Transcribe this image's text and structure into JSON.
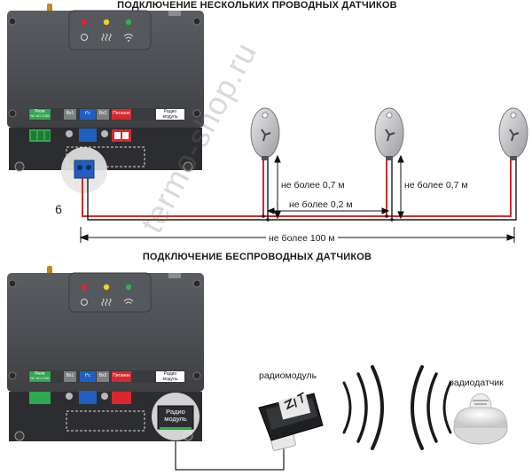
{
  "titles": {
    "wired": "ПОДКЛЮЧЕНИЕ НЕСКОЛЬКИХ ПРОВОДНЫХ ДАТЧИКОВ",
    "wireless": "ПОДКЛЮЧЕНИЕ БЕСПРОВОДНЫХ ДАТЧИКОВ"
  },
  "dimensions": {
    "vertical_left": "не более 0,7 м",
    "vertical_right": "не более 0,7 м",
    "between_sensors": "не более 0,2 м",
    "total_length": "не более 100 м"
  },
  "marker_number": "6",
  "terminal_labels": {
    "relay": "Реле",
    "relay_pins": "NC  NO  COM",
    "in1": "Вх1",
    "temp": "t°c",
    "in2": "Вх2",
    "power": "Питание",
    "radio_module": "Радио модуль"
  },
  "radio_slot_label": "Радио модуль",
  "wireless_labels": {
    "radio_module": "радиомодуль",
    "radio_sensor": "радиодатчик"
  },
  "watermark": "termo-shop.ru",
  "colors": {
    "device_body": "#4a4c50",
    "device_dark": "#2c2d30",
    "terminal_green": "#2fa84f",
    "terminal_blue": "#1f5fbf",
    "terminal_red": "#d8282f",
    "wire_red": "#d42a2a",
    "wire_black": "#1a1a1a",
    "led_red": "#e0262c",
    "led_yellow": "#f2d21a",
    "led_green": "#2fb34a"
  }
}
